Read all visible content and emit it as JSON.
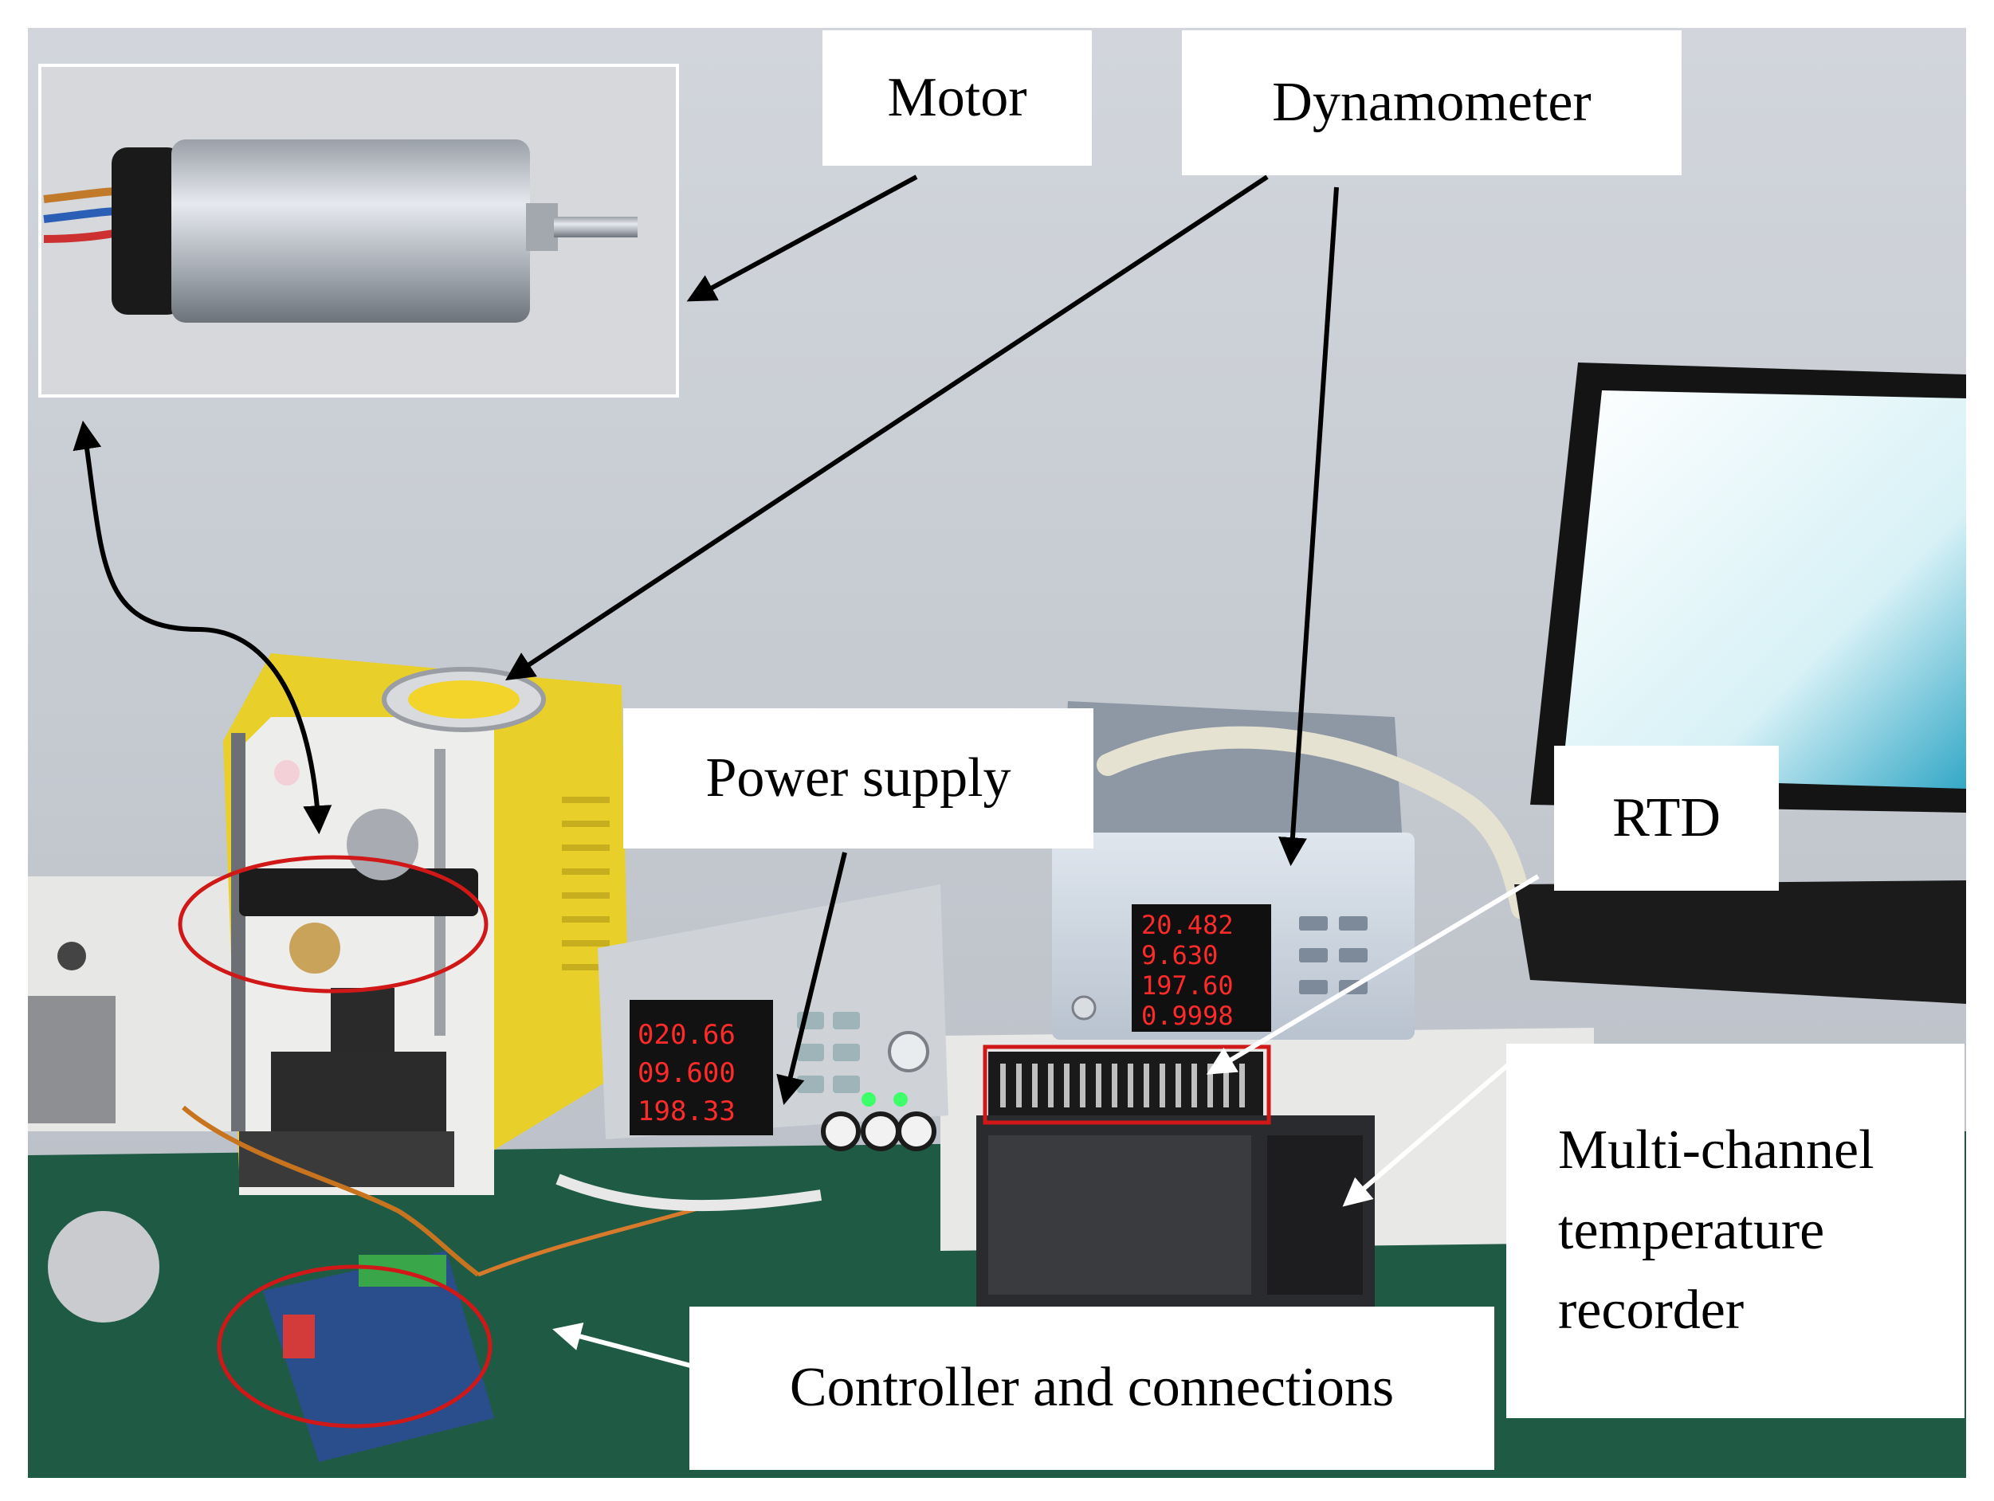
{
  "labels": {
    "motor": "Motor",
    "dynamometer": "Dynamometer",
    "power_supply": "Power supply",
    "rtd": "RTD",
    "recorder": [
      "Multi-channel",
      "temperature",
      "recorder"
    ],
    "controller": "Controller and connections"
  },
  "displays": {
    "meter": [
      "20.482",
      "9.630",
      "197.60",
      "0.9998"
    ],
    "psu": [
      "020.66",
      "09.600",
      "198.33"
    ]
  },
  "colors": {
    "wall": "#c7ccd3",
    "bench": "#1f5a45",
    "yellow_housing": "#e9cf2a",
    "led_red": "#ff2a2a",
    "highlight_red": "#d01818",
    "arrow_black": "#000000",
    "arrow_white": "#ffffff"
  }
}
